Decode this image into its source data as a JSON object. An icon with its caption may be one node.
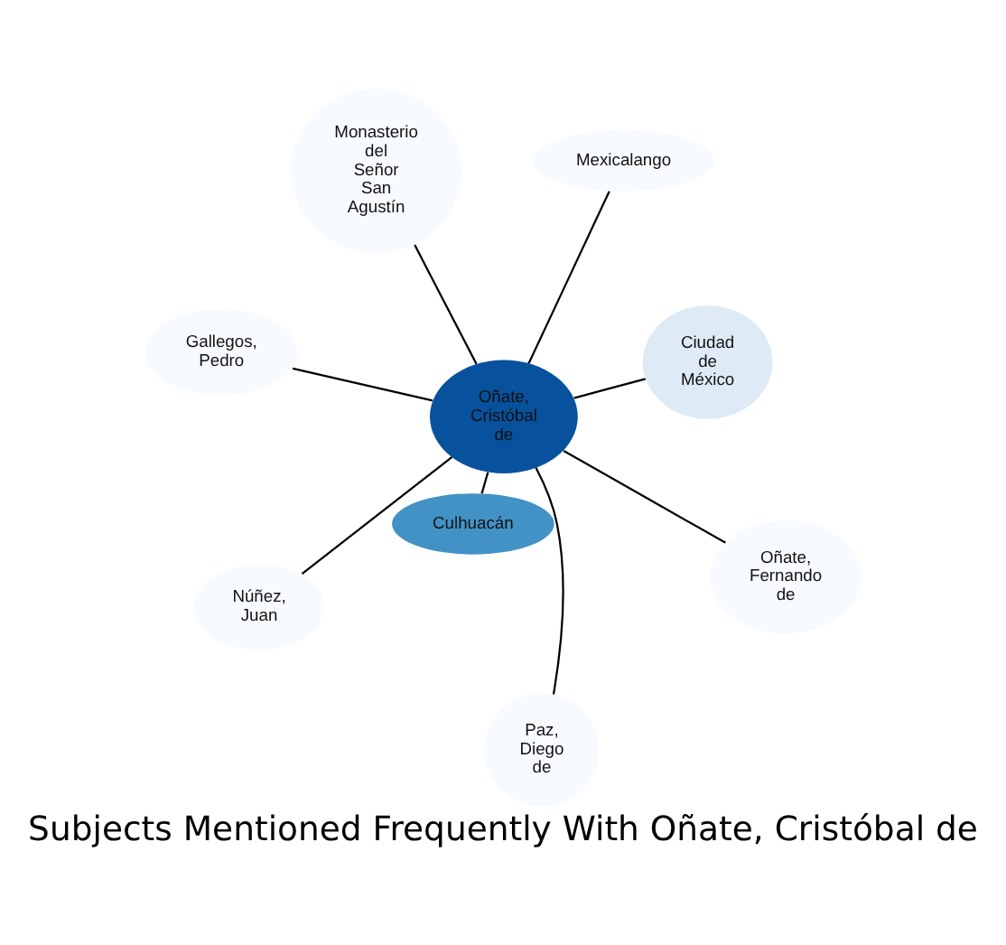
{
  "diagram": {
    "title": "Subjects Mentioned Frequently With Oñate, Cristóbal de",
    "nodes": [
      {
        "text": [
          "Monasterio del Señor San Agustín"
        ]
      },
      {
        "text": [
          "Mexicalango"
        ]
      },
      {
        "text": [
          "Gallegos, Pedro"
        ]
      },
      {
        "text": [
          "Ciudad de México"
        ]
      },
      {
        "text": [
          "Oñate, Cristóbal de"
        ]
      },
      {
        "text": [
          "Culhuacán"
        ]
      },
      {
        "text": [
          "Núñez, Juan"
        ]
      },
      {
        "text": [
          "Oñate, Fernando de"
        ]
      },
      {
        "text": [
          "Paz, Diego de"
        ]
      }
    ],
    "edges": [
      {
        "from": 4,
        "to": 0,
        "arrow": "none"
      },
      {
        "from": 4,
        "to": 1,
        "arrow": "none"
      },
      {
        "from": 4,
        "to": 2,
        "arrow": "none"
      },
      {
        "from": 4,
        "to": 3,
        "arrow": "none"
      },
      {
        "from": 4,
        "to": 5,
        "arrow": "none"
      },
      {
        "from": 4,
        "to": 6,
        "arrow": "none"
      },
      {
        "from": 4,
        "to": 7,
        "arrow": "none"
      },
      {
        "from": 4,
        "to": 8,
        "arrow": "none"
      }
    ]
  }
}
